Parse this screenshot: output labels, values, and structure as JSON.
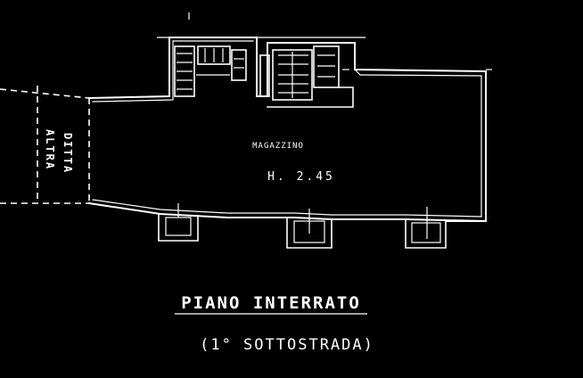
{
  "plan": {
    "room_label": "MAGAZZINO",
    "height_label": "H. 2.45",
    "side_labels": [
      "ALTRA",
      "DITTA"
    ],
    "title": "PIANO INTERRATO",
    "subtitle": "(1° SOTTOSTRADA)"
  },
  "colors": {
    "background": "#000000",
    "ink": "#ffffff"
  }
}
